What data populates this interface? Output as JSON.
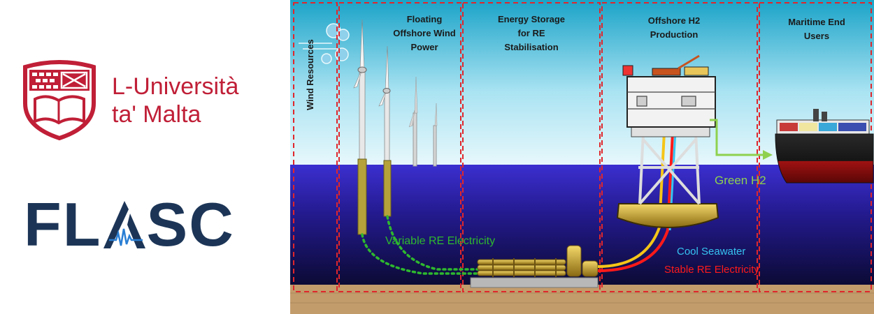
{
  "university": {
    "line1": "L-Università",
    "line2": "ta' Malta"
  },
  "flasc": {
    "left": "FL",
    "right": "SC"
  },
  "sections": [
    {
      "lines": [
        "Floating",
        "Offshore Wind",
        "Power"
      ]
    },
    {
      "lines": [
        "Energy Storage",
        "for RE",
        "Stabilisation"
      ]
    },
    {
      "lines": [
        "Offshore H2",
        "Production"
      ]
    },
    {
      "lines": [
        "Maritime End",
        "Users"
      ]
    }
  ],
  "labels": {
    "wind_resources": "Wind Resources",
    "variable_re": "Variable RE Electricity",
    "green_h2": "Green H2",
    "cool_seawater": "Cool Seawater",
    "stable_re": "Stable RE Electricity"
  },
  "colors": {
    "university_red": "#c01f37",
    "flasc_navy": "#1c3557",
    "divider_red": "#e0262b",
    "electricity_green": "#2eb82e",
    "h2_green": "#8fd14f",
    "seawater_blue": "#36c3f0",
    "stable_red": "#ff1a1a"
  }
}
